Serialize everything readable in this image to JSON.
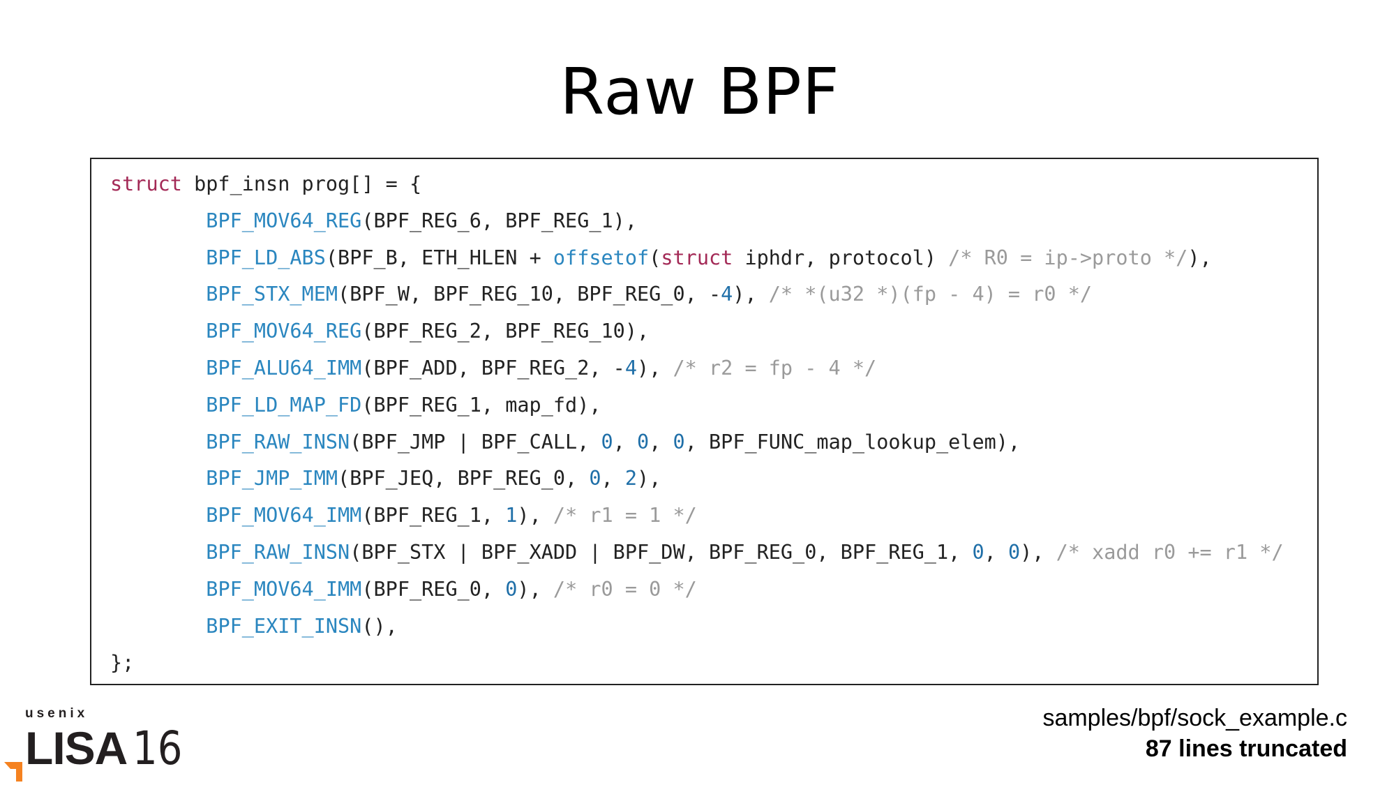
{
  "slide": {
    "title": "Raw BPF",
    "source_file": "samples/bpf/sock_example.c",
    "truncation_note": "87 lines truncated"
  },
  "logo": {
    "org": "usenix",
    "event": "LISA",
    "year": "16",
    "accent": "#f58220"
  },
  "colors": {
    "keyword": "#a32956",
    "function": "#2a86bf",
    "number": "#1f6fa8",
    "comment": "#9a9a9a"
  },
  "code": [
    [
      [
        "kw",
        "struct"
      ],
      [
        "tx",
        " bpf_insn prog[] = {"
      ]
    ],
    [
      [
        "tx",
        "        "
      ],
      [
        "fn",
        "BPF_MOV64_REG"
      ],
      [
        "tx",
        "(BPF_REG_6, BPF_REG_1),"
      ]
    ],
    [
      [
        "tx",
        "        "
      ],
      [
        "fn",
        "BPF_LD_ABS"
      ],
      [
        "tx",
        "(BPF_B, ETH_HLEN + "
      ],
      [
        "fn",
        "offsetof"
      ],
      [
        "tx",
        "("
      ],
      [
        "kw",
        "struct"
      ],
      [
        "tx",
        " iphdr, protocol) "
      ],
      [
        "cm",
        "/* R0 = ip->proto */"
      ],
      [
        "tx",
        "),"
      ]
    ],
    [
      [
        "tx",
        "        "
      ],
      [
        "fn",
        "BPF_STX_MEM"
      ],
      [
        "tx",
        "(BPF_W, BPF_REG_10, BPF_REG_0, -"
      ],
      [
        "num",
        "4"
      ],
      [
        "tx",
        "), "
      ],
      [
        "cm",
        "/* *(u32 *)(fp - 4) = r0 */"
      ]
    ],
    [
      [
        "tx",
        "        "
      ],
      [
        "fn",
        "BPF_MOV64_REG"
      ],
      [
        "tx",
        "(BPF_REG_2, BPF_REG_10),"
      ]
    ],
    [
      [
        "tx",
        "        "
      ],
      [
        "fn",
        "BPF_ALU64_IMM"
      ],
      [
        "tx",
        "(BPF_ADD, BPF_REG_2, -"
      ],
      [
        "num",
        "4"
      ],
      [
        "tx",
        "), "
      ],
      [
        "cm",
        "/* r2 = fp - 4 */"
      ]
    ],
    [
      [
        "tx",
        "        "
      ],
      [
        "fn",
        "BPF_LD_MAP_FD"
      ],
      [
        "tx",
        "(BPF_REG_1, map_fd),"
      ]
    ],
    [
      [
        "tx",
        "        "
      ],
      [
        "fn",
        "BPF_RAW_INSN"
      ],
      [
        "tx",
        "(BPF_JMP | BPF_CALL, "
      ],
      [
        "num",
        "0"
      ],
      [
        "tx",
        ", "
      ],
      [
        "num",
        "0"
      ],
      [
        "tx",
        ", "
      ],
      [
        "num",
        "0"
      ],
      [
        "tx",
        ", BPF_FUNC_map_lookup_elem),"
      ]
    ],
    [
      [
        "tx",
        "        "
      ],
      [
        "fn",
        "BPF_JMP_IMM"
      ],
      [
        "tx",
        "(BPF_JEQ, BPF_REG_0, "
      ],
      [
        "num",
        "0"
      ],
      [
        "tx",
        ", "
      ],
      [
        "num",
        "2"
      ],
      [
        "tx",
        "),"
      ]
    ],
    [
      [
        "tx",
        "        "
      ],
      [
        "fn",
        "BPF_MOV64_IMM"
      ],
      [
        "tx",
        "(BPF_REG_1, "
      ],
      [
        "num",
        "1"
      ],
      [
        "tx",
        "), "
      ],
      [
        "cm",
        "/* r1 = 1 */"
      ]
    ],
    [
      [
        "tx",
        "        "
      ],
      [
        "fn",
        "BPF_RAW_INSN"
      ],
      [
        "tx",
        "(BPF_STX | BPF_XADD | BPF_DW, BPF_REG_0, BPF_REG_1, "
      ],
      [
        "num",
        "0"
      ],
      [
        "tx",
        ", "
      ],
      [
        "num",
        "0"
      ],
      [
        "tx",
        "), "
      ],
      [
        "cm",
        "/* xadd r0 += r1 */"
      ]
    ],
    [
      [
        "tx",
        "        "
      ],
      [
        "fn",
        "BPF_MOV64_IMM"
      ],
      [
        "tx",
        "(BPF_REG_0, "
      ],
      [
        "num",
        "0"
      ],
      [
        "tx",
        "), "
      ],
      [
        "cm",
        "/* r0 = 0 */"
      ]
    ],
    [
      [
        "tx",
        "        "
      ],
      [
        "fn",
        "BPF_EXIT_INSN"
      ],
      [
        "tx",
        "(),"
      ]
    ],
    [
      [
        "tx",
        "};"
      ]
    ]
  ]
}
